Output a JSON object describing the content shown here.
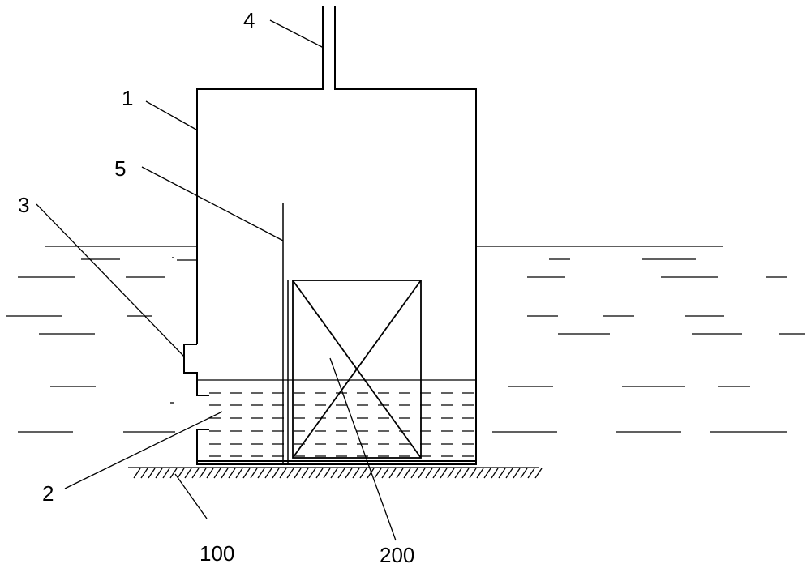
{
  "labels": {
    "housing": "1",
    "inner_chamber": "2",
    "side_port": "3",
    "vent_pipe": "4",
    "partition_plate": "5",
    "ground": "100",
    "device": "200"
  }
}
